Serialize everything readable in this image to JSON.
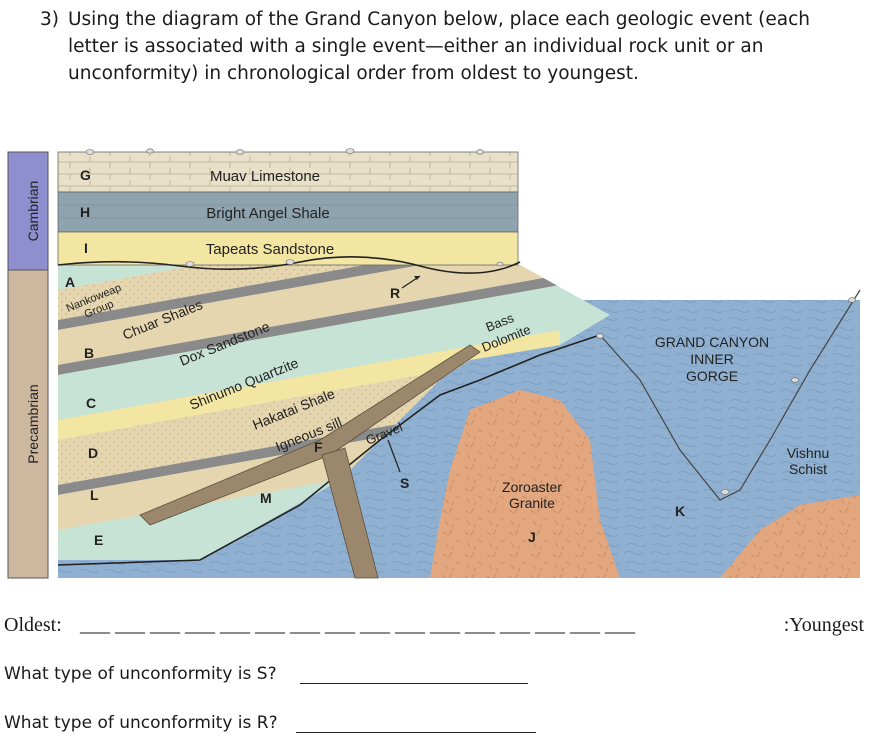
{
  "question": {
    "number": "3)",
    "text": "Using the diagram of the Grand Canyon below, place each geologic event (each letter is associated with a single event—either an individual rock unit or an unconformity) in chronological order from oldest to youngest."
  },
  "diagram": {
    "periods": [
      "Cambrian",
      "Precambrian"
    ],
    "units": {
      "muav": "Muav Limestone",
      "bright_angel": "Bright Angel Shale",
      "tapeats": "Tapeats Sandstone",
      "nankoweap_1": "Nankoweap",
      "nankoweap_2": "Group",
      "chuar": "Chuar Shales",
      "dox": "Dox Sandstone",
      "shinumo": "Shinumo Quartzite",
      "hakatai": "Hakatai Shale",
      "sill": "Igneous sill",
      "gravel": "Gravel",
      "bass_1": "Bass",
      "bass_2": "Dolomite",
      "zoroaster_1": "Zoroaster",
      "zoroaster_2": "Granite",
      "gorge_1": "GRAND CANYON",
      "gorge_2": "INNER",
      "gorge_3": "GORGE",
      "vishnu_1": "Vishnu",
      "vishnu_2": "Schist"
    },
    "letters": {
      "G": "G",
      "H": "H",
      "I": "I",
      "A": "A",
      "B": "B",
      "C": "C",
      "D": "D",
      "L": "L",
      "E": "E",
      "M": "M",
      "F": "F",
      "R": "R",
      "S": "S",
      "J": "J",
      "K": "K"
    },
    "colors": {
      "cambrian_band": "#8f8fd0",
      "precambrian_band": "#cdb79e",
      "muav": "#e8e0c8",
      "bright_angel": "#8fa3ae",
      "tapeats": "#f2e6a2",
      "teal": "#c6e3d5",
      "tan": "#e6d6b0",
      "stripe": "#8a8a8a",
      "yellow_stripe": "#f2e6a2",
      "sill": "#9a876c",
      "schist": "#8fb0d0",
      "granite": "#e2a77f"
    }
  },
  "answer": {
    "oldest_label": "Oldest:",
    "blanks": "___  ___  ___  ___  ___  ___  ___  ___  ___  ___  ___  ___  ___  ___  ___  ___",
    "youngest_label": ":Youngest"
  },
  "q2": {
    "text": "What type of unconformity is S?"
  },
  "q3": {
    "text": "What type of unconformity is R?"
  }
}
